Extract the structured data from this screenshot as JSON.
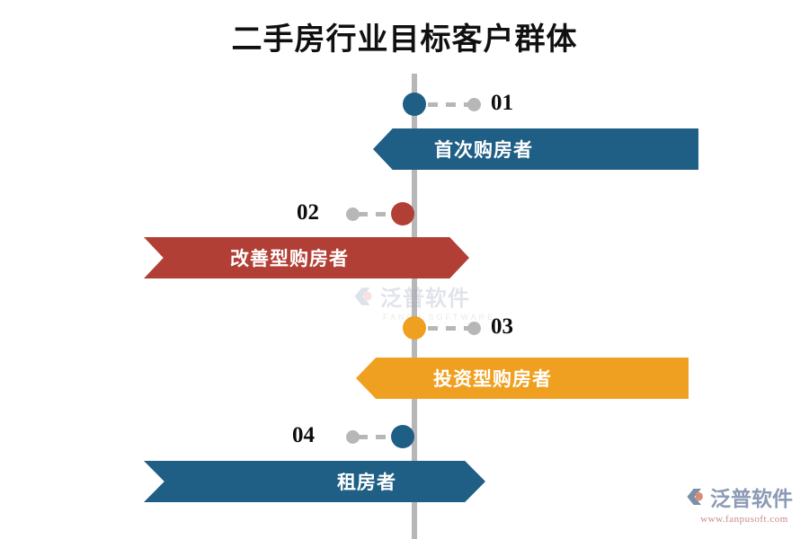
{
  "page": {
    "title": "二手房行业目标客户群体",
    "background": "#ffffff",
    "spine_color": "#b7b7b7",
    "connector_gray": "#b7b7b7"
  },
  "items": [
    {
      "number": "01",
      "label": "首次购房者",
      "color": "#1F5E85",
      "side": "right"
    },
    {
      "number": "02",
      "label": "改善型购房者",
      "color": "#B23F35",
      "side": "left"
    },
    {
      "number": "03",
      "label": "投资型购房者",
      "color": "#F0A020",
      "side": "right"
    },
    {
      "number": "04",
      "label": "租房者",
      "color": "#1F5E85",
      "side": "left"
    }
  ],
  "watermark_center": {
    "name": "泛普软件",
    "sub": "FANPU SOFTWARE"
  },
  "watermark_bottom": {
    "name": "泛普软件",
    "sub": "www.fanpusoft.com"
  }
}
